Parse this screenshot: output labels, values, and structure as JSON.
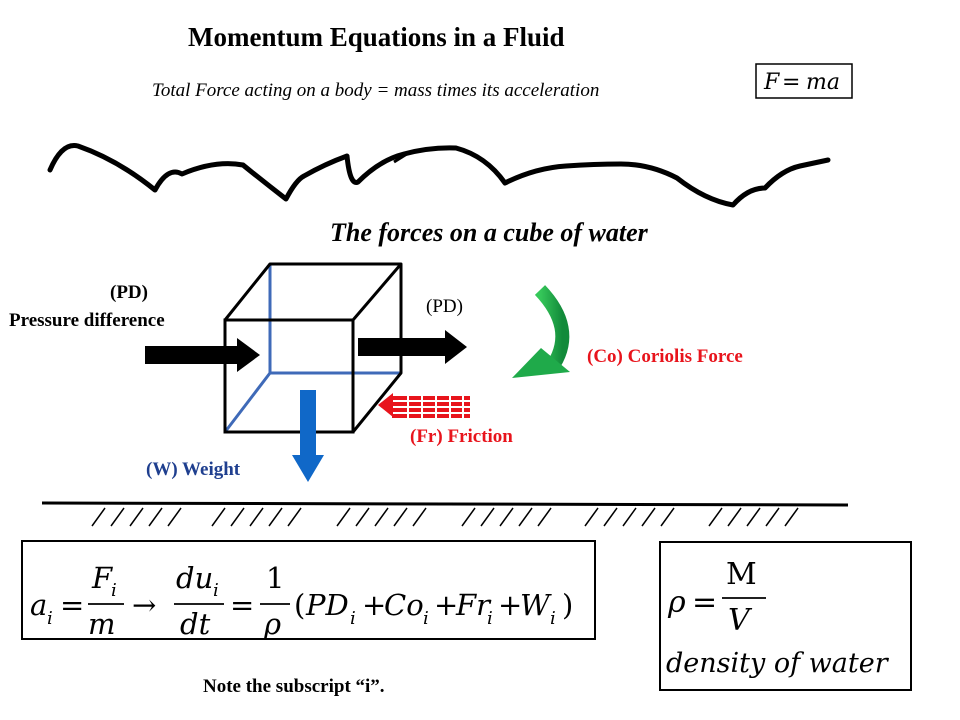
{
  "title": "Momentum  Equations in a Fluid",
  "subtitle": "Total Force acting on a body = mass times its acceleration",
  "formula_box": {
    "lhs": "F",
    "eq": "=",
    "rhs": "ma"
  },
  "section_title": "The forces on a cube of water",
  "labels": {
    "pd_short": "(PD)",
    "pd_full": "Pressure difference",
    "pd_right": "(PD)",
    "coriolis": "(Co) Coriolis Force",
    "friction": "(Fr) Friction",
    "weight": "(W) Weight"
  },
  "equation": {
    "a": "a",
    "i": "i",
    "eq": "=",
    "F": "F",
    "m": "m",
    "arrow": "→",
    "du": "du",
    "dt": "dt",
    "one": "1",
    "rho": "ρ",
    "open": "(",
    "close": ")",
    "PD": "PD",
    "Co": "Co",
    "Fr": "Fr",
    "W": "W",
    "plus": "+"
  },
  "density": {
    "rho": "ρ",
    "eq": "=",
    "M": "M",
    "V": "V",
    "caption": "density of  water"
  },
  "note": "Note the subscript “i”.",
  "colors": {
    "arrow_black": "#000000",
    "coriolis_green": "#1faa4a",
    "friction_red": "#e8141c",
    "weight_blue": "#1068c8",
    "cube_black": "#000000",
    "cube_blue": "#3f6ab8"
  }
}
